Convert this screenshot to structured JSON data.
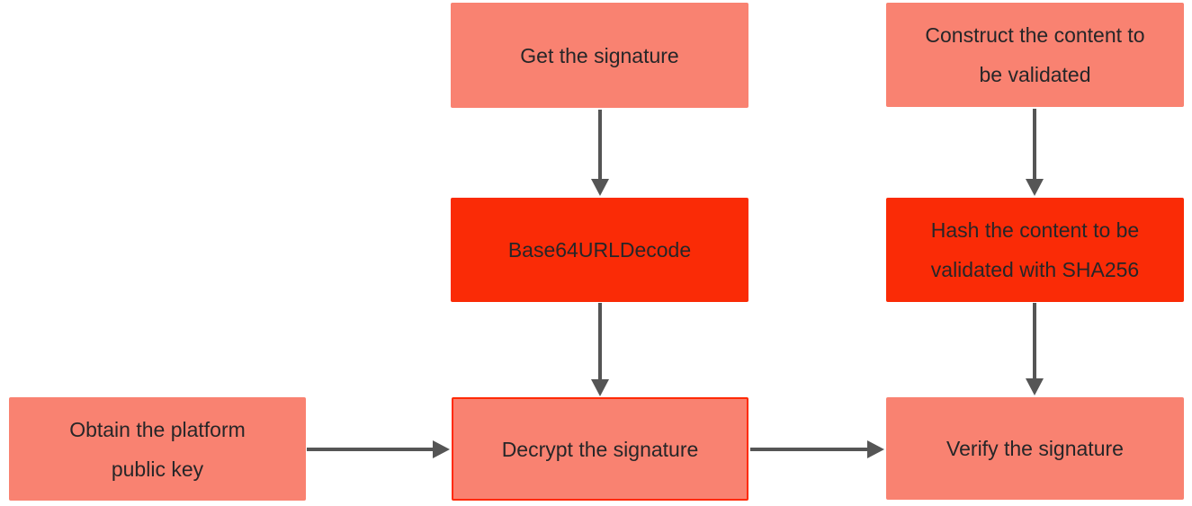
{
  "palette": {
    "node_fill_salmon": "#F98271",
    "node_fill_red": "#FA2B06",
    "node_outline_red": "#FF2A05",
    "arrow_color": "#555555",
    "text_color": "#262628",
    "background": "#FFFFFF"
  },
  "diagram": {
    "nodes": [
      {
        "id": "get-signature",
        "lines": [
          "Get the signature"
        ]
      },
      {
        "id": "construct-content",
        "lines": [
          "Construct the content to",
          "be validated"
        ]
      },
      {
        "id": "base64-url-decode",
        "lines": [
          "Base64URLDecode"
        ]
      },
      {
        "id": "hash-content",
        "lines": [
          "Hash the content to be",
          "validated with SHA256"
        ]
      },
      {
        "id": "obtain-platform-key",
        "lines": [
          "Obtain the platform",
          "public key"
        ]
      },
      {
        "id": "decrypt-signature",
        "lines": [
          "Decrypt the signature"
        ]
      },
      {
        "id": "verify-signature",
        "lines": [
          "Verify the signature"
        ]
      }
    ],
    "edges": [
      {
        "from": "get-signature",
        "to": "base64-url-decode"
      },
      {
        "from": "base64-url-decode",
        "to": "decrypt-signature"
      },
      {
        "from": "construct-content",
        "to": "hash-content"
      },
      {
        "from": "hash-content",
        "to": "verify-signature"
      },
      {
        "from": "obtain-platform-key",
        "to": "decrypt-signature"
      },
      {
        "from": "decrypt-signature",
        "to": "verify-signature"
      }
    ]
  }
}
